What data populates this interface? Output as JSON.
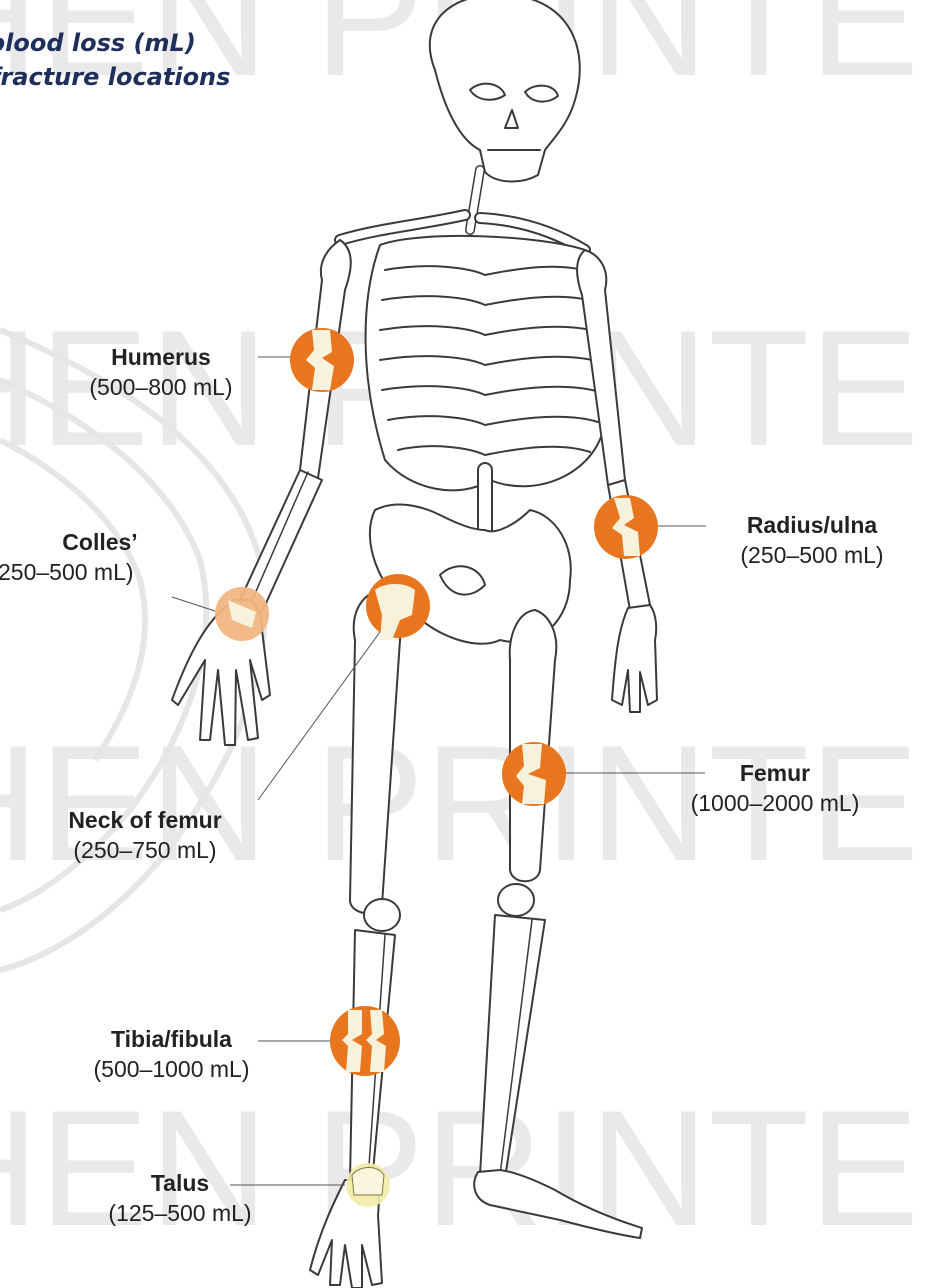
{
  "title": {
    "line1": "blood loss (mL)",
    "line2": "fracture locations"
  },
  "watermark_text": "HEN PRINTE",
  "colors": {
    "fracture_orange": "#e8761e",
    "bone_fill": "#f7f2dc",
    "outline": "#3a3a3a",
    "title": "#1f2f5c"
  },
  "sites": [
    {
      "name": "Humerus",
      "range": "(500–800 mL)"
    },
    {
      "name": "Colles’",
      "range": "250–500 mL)"
    },
    {
      "name": "Neck of femur",
      "range": "(250–750 mL)"
    },
    {
      "name": "Radius/ulna",
      "range": "(250–500 mL)"
    },
    {
      "name": "Femur",
      "range": "(1000–2000 mL)"
    },
    {
      "name": "Tibia/fibula",
      "range": "(500–1000 mL)"
    },
    {
      "name": "Talus",
      "range": "(125–500 mL)"
    }
  ]
}
